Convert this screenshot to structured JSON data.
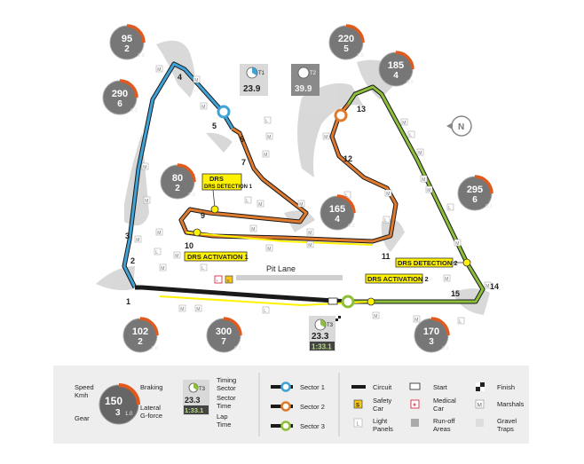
{
  "pit_lane": "Pit Lane",
  "drs": {
    "detection1": "DRS DETECTION 1",
    "activation1": "DRS ACTIVATION 1",
    "detection2": "DRS DETECTION 2",
    "activation2": "DRS ACTIVATION 2"
  },
  "turns": [
    "1",
    "2",
    "3",
    "4",
    "5",
    "6",
    "7",
    "9",
    "10",
    "11",
    "12",
    "13",
    "14",
    "15"
  ],
  "gauges": [
    {
      "speed": "95",
      "gear": "2",
      "g": "2.0"
    },
    {
      "speed": "290",
      "gear": "6",
      "g": "0.1"
    },
    {
      "speed": "80",
      "gear": "2",
      "g": "2.0"
    },
    {
      "speed": "102",
      "gear": "2",
      "g": "1.0"
    },
    {
      "speed": "300",
      "gear": "7",
      "g": "0.1"
    },
    {
      "speed": "220",
      "gear": "5",
      "g": "1.5"
    },
    {
      "speed": "185",
      "gear": "4",
      "g": "0.5"
    },
    {
      "speed": "165",
      "gear": "4",
      "g": "0.2"
    },
    {
      "speed": "295",
      "gear": "6",
      "g": "0.1"
    },
    {
      "speed": "170",
      "gear": "3",
      "g": "0.2"
    }
  ],
  "timers": [
    {
      "sector": "T1",
      "time": "23.9"
    },
    {
      "sector": "T2",
      "time": "39.9"
    },
    {
      "sector": "T3",
      "time": "23.3",
      "lap": "1:33.1"
    }
  ],
  "compass": "N",
  "marker_letters": {
    "marshal": "M",
    "light": "L",
    "safety": "S",
    "medical": "+"
  },
  "legend": {
    "speed": "Speed",
    "kmh": "Kmh",
    "braking": "Braking",
    "gear": "Gear",
    "lateral1": "Lateral",
    "lateral2": "G-force",
    "example_speed": "150",
    "example_gear": "3",
    "example_g": "1.0",
    "timing1": "Timing",
    "timing2": "Sector",
    "sector_time1": "Sector",
    "sector_time2": "Time",
    "lap_time1": "Lap",
    "lap_time2": "Time",
    "example_sector": "T3",
    "example_time": "23.3",
    "example_lap": "1:33.1",
    "sector1": "Sector 1",
    "sector2": "Sector 2",
    "sector3": "Sector 3",
    "circuit": "Circuit",
    "safety1": "Safety",
    "safety2": "Car",
    "light1": "Light",
    "light2": "Panels",
    "start": "Start",
    "medical1": "Medical",
    "medical2": "Car",
    "runoff1": "Run-off",
    "runoff2": "Areas",
    "finish": "Finish",
    "marshals": "Marshals",
    "gravel1": "Gravel",
    "gravel2": "Traps"
  },
  "colors": {
    "sector1": "#3fa3d8",
    "sector2": "#e07b2e",
    "sector3": "#8dbf3a",
    "drs": "#fff200",
    "runoff": "#c8c8c8",
    "braking": "#e05a1e"
  }
}
